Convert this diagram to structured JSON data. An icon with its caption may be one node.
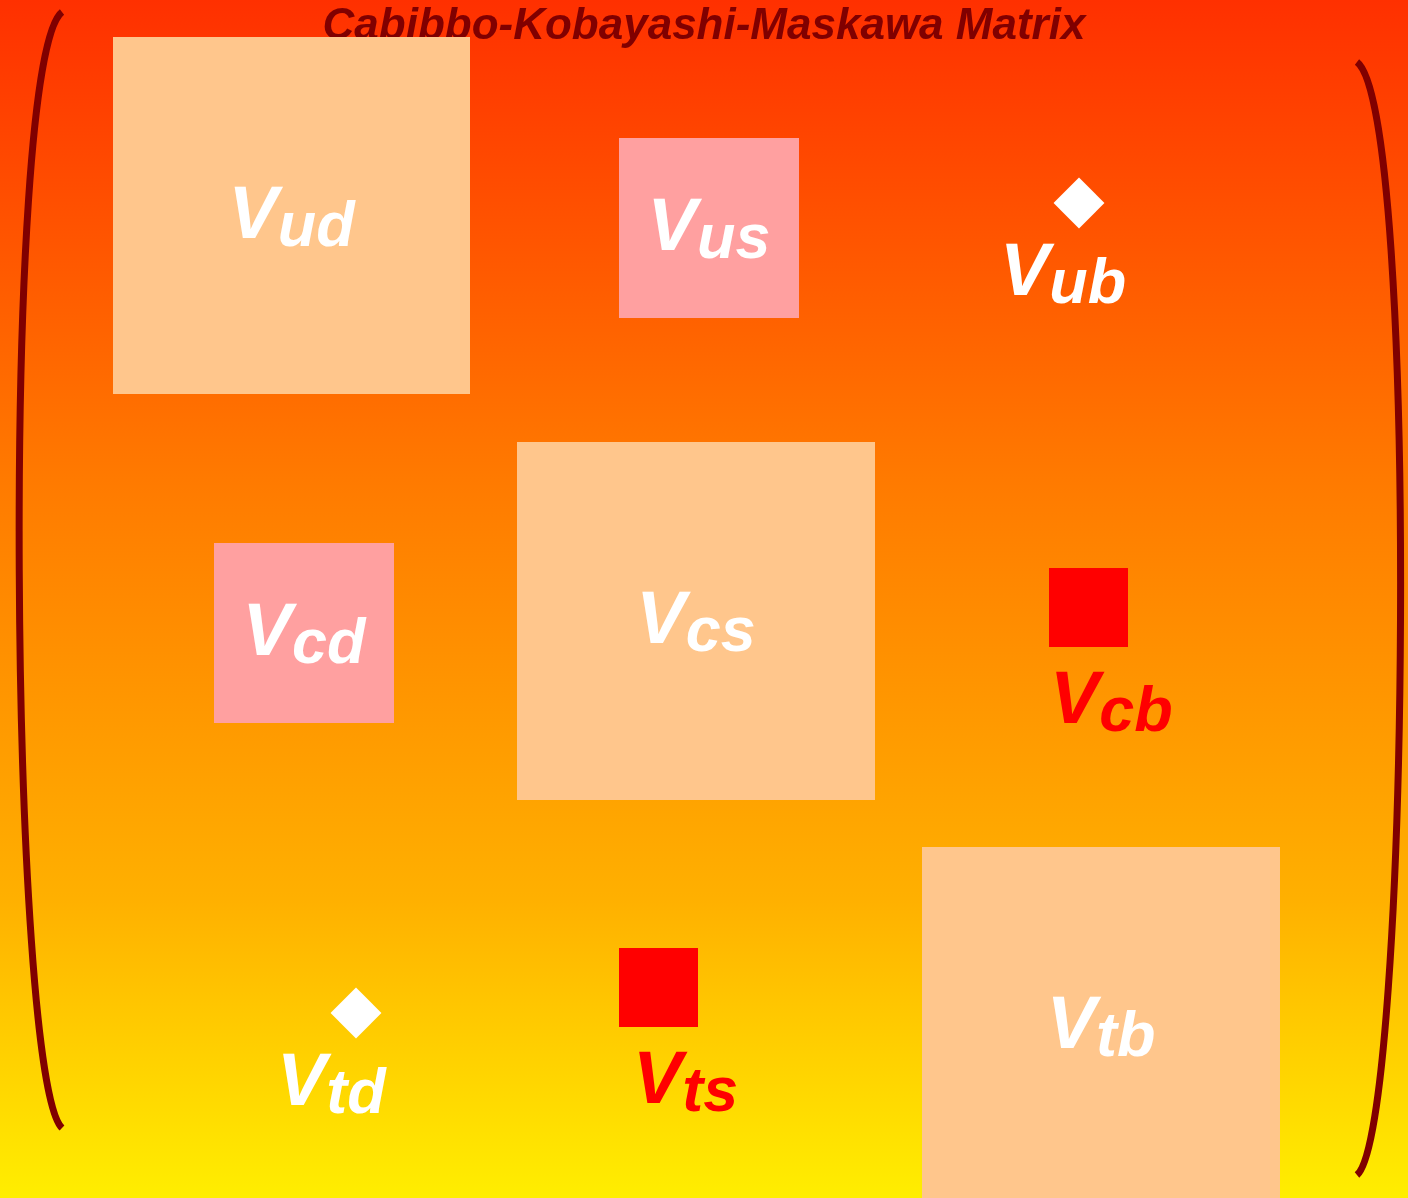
{
  "diagram": {
    "title": "Cabibbo-Kobayashi-Maskawa Matrix",
    "nodes": [
      {
        "text": [
          "V$_{ud}$"
        ]
      },
      {
        "text": [
          "V$_{us}$"
        ]
      },
      {
        "text": [
          "V$_{ub}$"
        ]
      },
      {
        "text": [
          "V$_{cd}$"
        ]
      },
      {
        "text": [
          "V$_{cs}$"
        ]
      },
      {
        "text": [
          "V$_{cb}$"
        ]
      },
      {
        "text": [
          "V$_{td}$"
        ]
      },
      {
        "text": [
          "V$_{ts}$"
        ]
      },
      {
        "text": [
          "V$_{tb}$"
        ]
      }
    ]
  }
}
